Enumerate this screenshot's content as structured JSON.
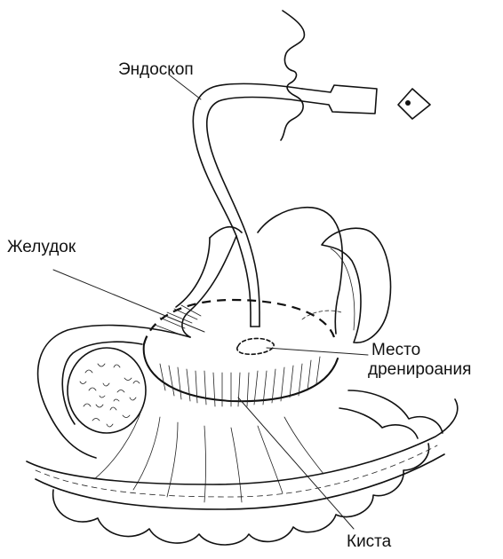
{
  "labels": {
    "endoscope": "Эндоскоп",
    "stomach": "Желудок",
    "drain_site_line1": "Место",
    "drain_site_line2": "дренироания",
    "cyst": "Киста"
  }
}
